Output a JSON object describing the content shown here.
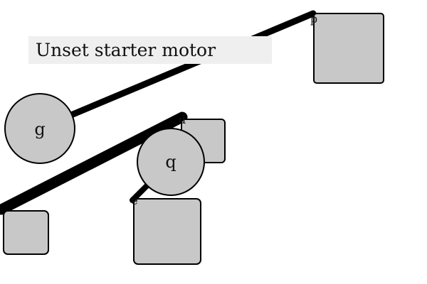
{
  "title": "Unset starter motor",
  "colors": {
    "shape_fill": "#c8c8c8",
    "stroke": "#000000",
    "title_background": "#efefef",
    "text": "#111111"
  },
  "nodes": [
    {
      "id": "g",
      "label": "g",
      "shape": "circle"
    },
    {
      "id": "q",
      "label": "q",
      "shape": "circle"
    },
    {
      "id": "p",
      "label": "p",
      "shape": "rounded-square"
    },
    {
      "id": "d",
      "label": "d",
      "shape": "rounded-square"
    },
    {
      "id": "e",
      "label": "e",
      "shape": "rounded-square"
    },
    {
      "id": "w",
      "label": "",
      "shape": "rounded-square"
    }
  ]
}
